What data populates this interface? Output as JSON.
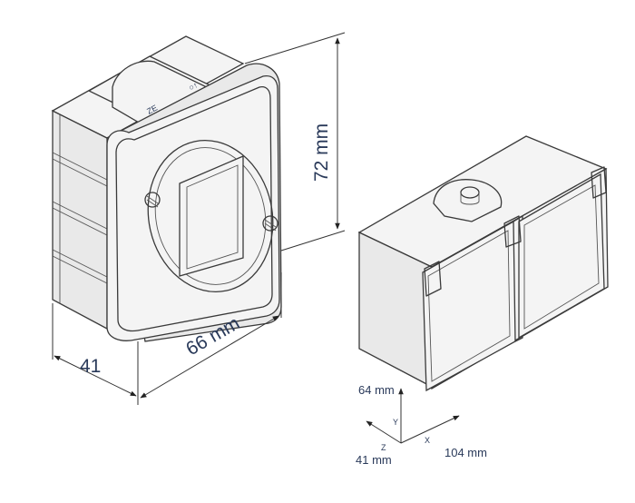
{
  "left_box": {
    "width_label": "66 mm",
    "height_label": "72 mm",
    "depth_label": "41"
  },
  "axes": {
    "y_value": "64 mm",
    "y_axis": "Y",
    "z_value": "41 mm",
    "z_axis": "Z",
    "x_value": "104 mm",
    "x_axis": "X"
  }
}
